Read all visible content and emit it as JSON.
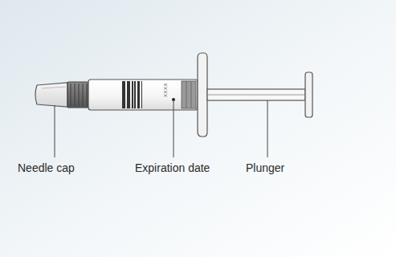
{
  "diagram": {
    "labels": [
      "Needle cap",
      "Expiration date",
      "Plunger",
      "XXXX"
    ]
  }
}
